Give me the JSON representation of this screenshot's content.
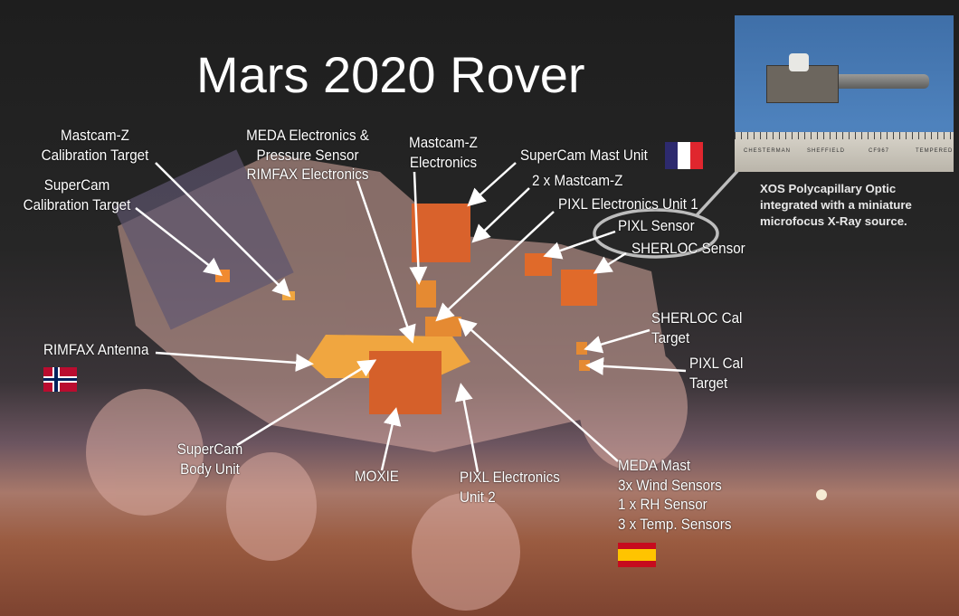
{
  "title": "Mars 2020 Rover",
  "inset": {
    "ruler_text": [
      "CHESTERMAN",
      "SHEFFIELD",
      "CF967",
      "TEMPERED"
    ],
    "caption": [
      "XOS Polycapillary Optic",
      "integrated with a miniature",
      "microfocus X-Ray source."
    ]
  },
  "labels": {
    "mastcam_cal": [
      "Mastcam-Z",
      "Calibration Target"
    ],
    "supercam_cal": [
      "SuperCam",
      "Calibration Target"
    ],
    "meda_elec": [
      "MEDA Electronics &",
      "Pressure Sensor",
      "RIMFAX Electronics"
    ],
    "mastcam_elec": [
      "Mastcam-Z",
      "Electronics"
    ],
    "supercam_mast": "SuperCam Mast Unit",
    "mastcam_2x": "2 x Mastcam-Z",
    "pixl_eu1": "PIXL Electronics Unit 1",
    "pixl_sensor": "PIXL Sensor",
    "sherloc_sensor": "SHERLOC Sensor",
    "sherloc_cal": [
      "SHERLOC Cal",
      "Target"
    ],
    "pixl_cal": [
      "PIXL Cal",
      "Target"
    ],
    "rimfax_antenna": "RIMFAX Antenna",
    "supercam_body": [
      "SuperCam",
      "Body Unit"
    ],
    "moxie": "MOXIE",
    "pixl_eu2": [
      "PIXL Electronics",
      "Unit 2"
    ],
    "meda_mast": [
      "MEDA Mast",
      "3x Wind Sensors",
      "1 x RH Sensor",
      "3 x Temp. Sensors"
    ]
  },
  "flags": {
    "france": [
      "#2d2a6e",
      "#ffffff",
      "#e0262e"
    ],
    "norway": "#ba0c2f",
    "spain": [
      "#c60b1e",
      "#ffc400"
    ]
  },
  "colors": {
    "instrument": "#e07a2a",
    "rover": "#c89a92"
  }
}
